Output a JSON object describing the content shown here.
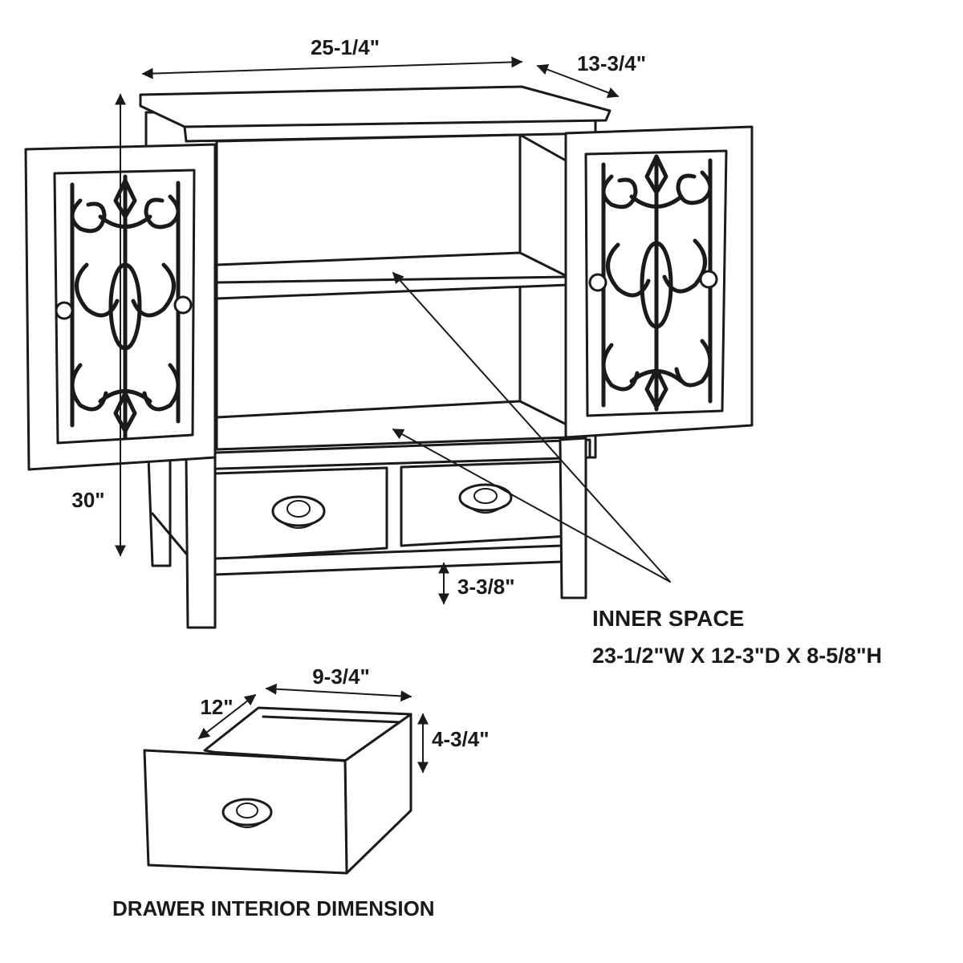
{
  "dimensions": {
    "width": "25-1/4\"",
    "depth": "13-3/4\"",
    "height": "30\"",
    "leg_clearance": "3-3/8\""
  },
  "inner_space": {
    "title": "INNER SPACE",
    "size": "23-1/2\"W X 12-3\"D X 8-5/8\"H"
  },
  "drawer": {
    "depth": "12\"",
    "width": "9-3/4\"",
    "height": "4-3/4\"",
    "caption": "DRAWER INTERIOR DIMENSION"
  }
}
